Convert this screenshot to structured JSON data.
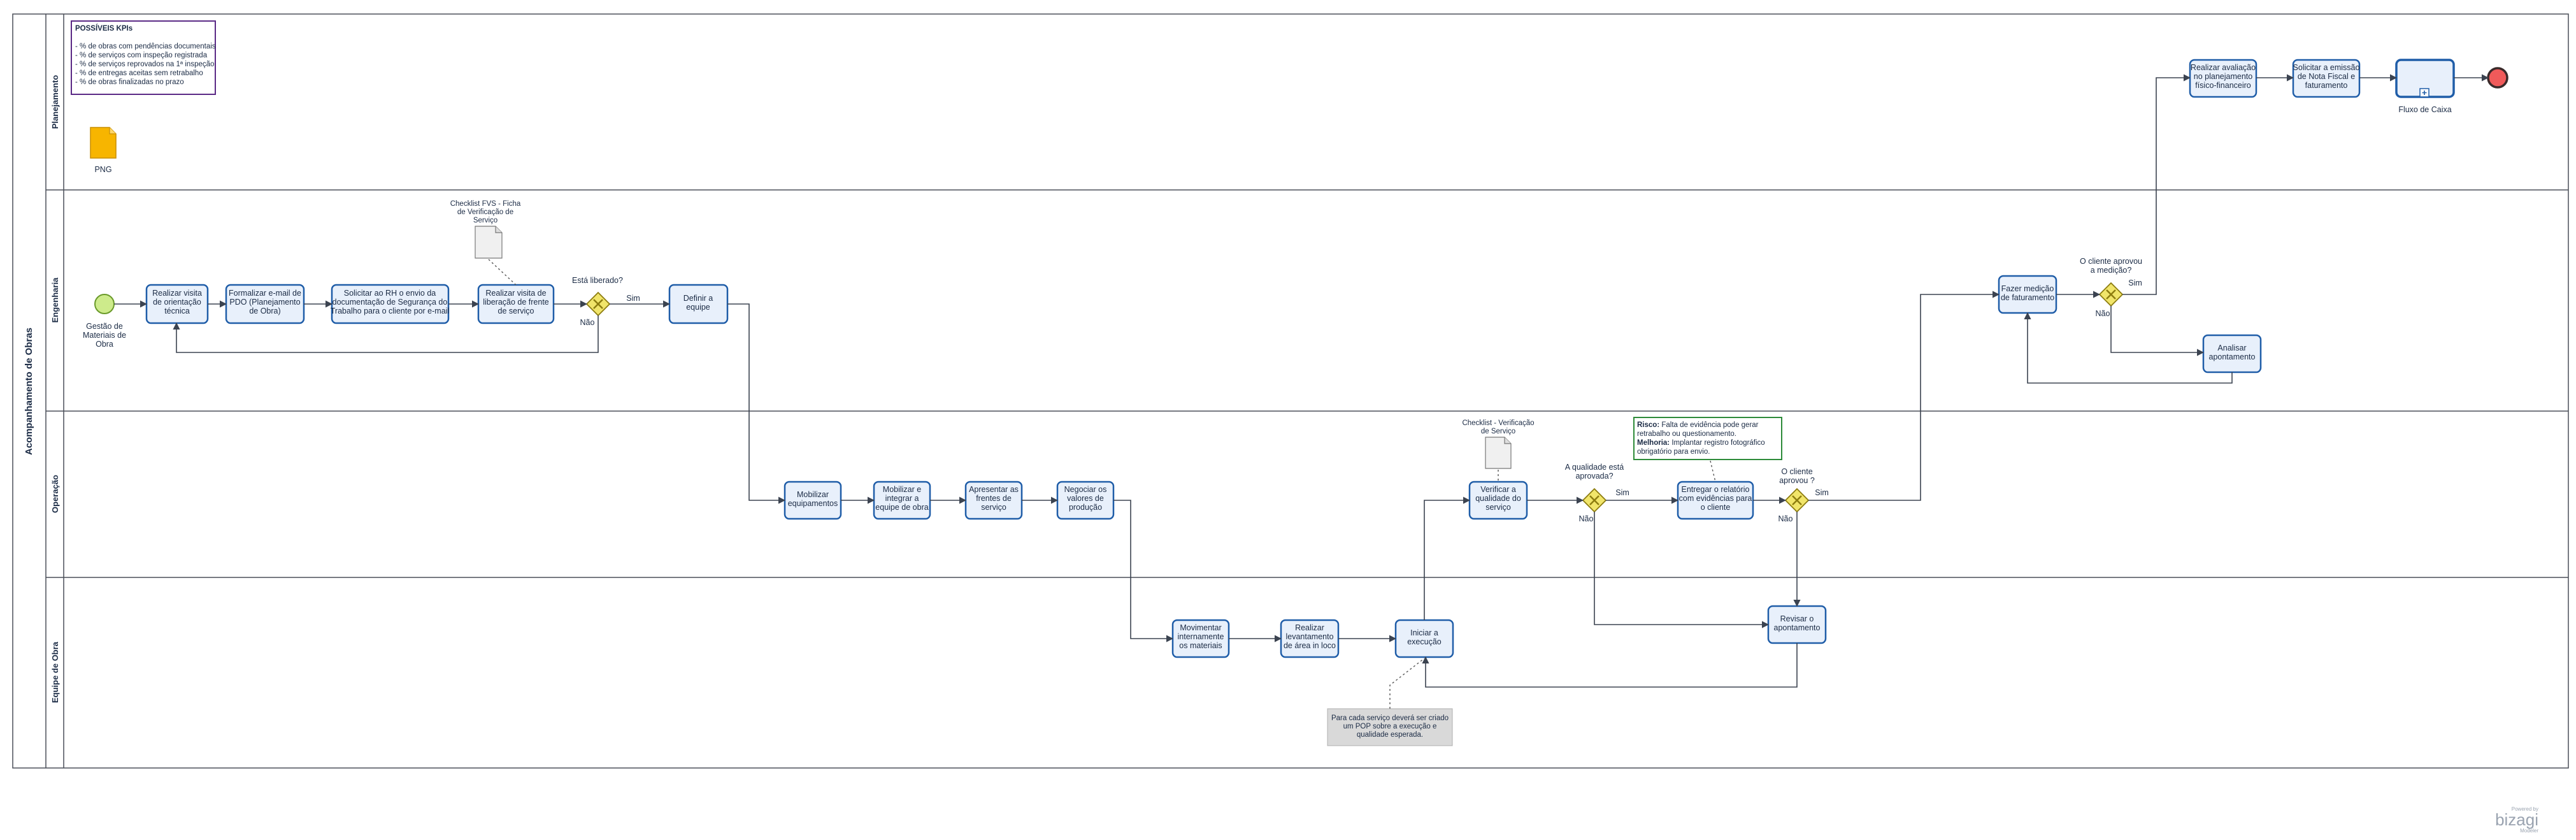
{
  "pool": {
    "title": "Acompanhamento de Obras"
  },
  "lanes": {
    "planejamento": "Planejamento",
    "engenharia": "Engenharia",
    "operacao": "Operação",
    "equipe": "Equipe de Obra"
  },
  "kpi": {
    "title": "POSSÍVEIS KPIs",
    "items": [
      "- % de obras com pendências documentais",
      "- % de serviços com inspeção registrada",
      "- % de serviços reprovados na 1ª inspeção",
      "- % de entregas aceitas sem retrabalho",
      "- % de obras finalizadas no prazo"
    ]
  },
  "png_label": "PNG",
  "start_event": [
    "Gestão de",
    "Materiais de",
    "Obra"
  ],
  "tasks": {
    "orientacao": [
      "Realizar visita",
      "de orientação",
      "técnica"
    ],
    "formalizar": [
      "Formalizar e-mail de",
      "PDO (Planejamento",
      "de Obra)"
    ],
    "solicitar_rh": [
      "Solicitar ao RH o envio da",
      "documentação de Segurança do",
      "Trabalho para o cliente por e-mail"
    ],
    "liberacao": [
      "Realizar visita de",
      "liberação de frente",
      "de serviço"
    ],
    "definir": [
      "Definir a",
      "equipe"
    ],
    "mobilizar_eq": [
      "Mobilizar",
      "equipamentos"
    ],
    "mobilizar_int": [
      "Mobilizar e",
      "integrar a",
      "equipe de obra"
    ],
    "apresentar": [
      "Apresentar as",
      "frentes de",
      "serviço"
    ],
    "negociar": [
      "Negociar os",
      "valores de",
      "produção"
    ],
    "movimentar": [
      "Movimentar",
      "internamente",
      "os materiais"
    ],
    "levantamento": [
      "Realizar",
      "levantamento",
      "de área in loco"
    ],
    "iniciar": [
      "Iniciar a",
      "execução"
    ],
    "verificar": [
      "Verificar a",
      "qualidade do",
      "serviço"
    ],
    "entregar": [
      "Entregar o relatório",
      "com evidências para",
      "o cliente"
    ],
    "revisar": [
      "Revisar o",
      "apontamento"
    ],
    "medicao": [
      "Fazer medição",
      "de faturamento"
    ],
    "analisar": [
      "Analisar",
      "apontamento"
    ],
    "avaliacao": [
      "Realizar avaliação",
      "no planejamento",
      "físico-financeiro"
    ],
    "nota": [
      "Solicitar a emissão",
      "de Nota Fiscal e",
      "faturamento"
    ]
  },
  "subprocess": "Fluxo de Caixa",
  "gateways": {
    "liberado": "Está liberado?",
    "qualidade": [
      "A qualidade está",
      "aprovada?"
    ],
    "cliente1": [
      "O cliente",
      "aprovou ?"
    ],
    "cliente2": [
      "O cliente aprovou",
      "a medição?"
    ]
  },
  "flow_labels": {
    "sim": "Sim",
    "nao": "Não"
  },
  "documents": {
    "fvs": [
      "Checklist FVS - Ficha",
      "de Verificação de",
      "Serviço"
    ],
    "checklist": [
      "Checklist - Verificação",
      "de Serviço"
    ]
  },
  "risk_note": {
    "risk_label": "Risco:",
    "risk_text": " Falta de evidência pode gerar",
    "risk_text2": "retrabalho ou questionamento.",
    "improve_label": "Melhoria:",
    "improve_text": " Implantar registro fotográfico",
    "improve_text2": "obrigatório para envio."
  },
  "pop_note": [
    "Para cada serviço deverá ser criado",
    "um POP sobre a execução e",
    "qualidade esperada."
  ],
  "brand": {
    "small": "Powered by",
    "name": "bizagi",
    "sub": "Modeler"
  },
  "colors": {
    "task_fill": "#e8f0fb",
    "task_stroke": "#1f5da8",
    "gateway": "#f1e56a",
    "start": "#cdeb8b",
    "end": "#f05a5a",
    "kpi_border": "#5b2a86",
    "risk_border": "#2e8b3a"
  }
}
